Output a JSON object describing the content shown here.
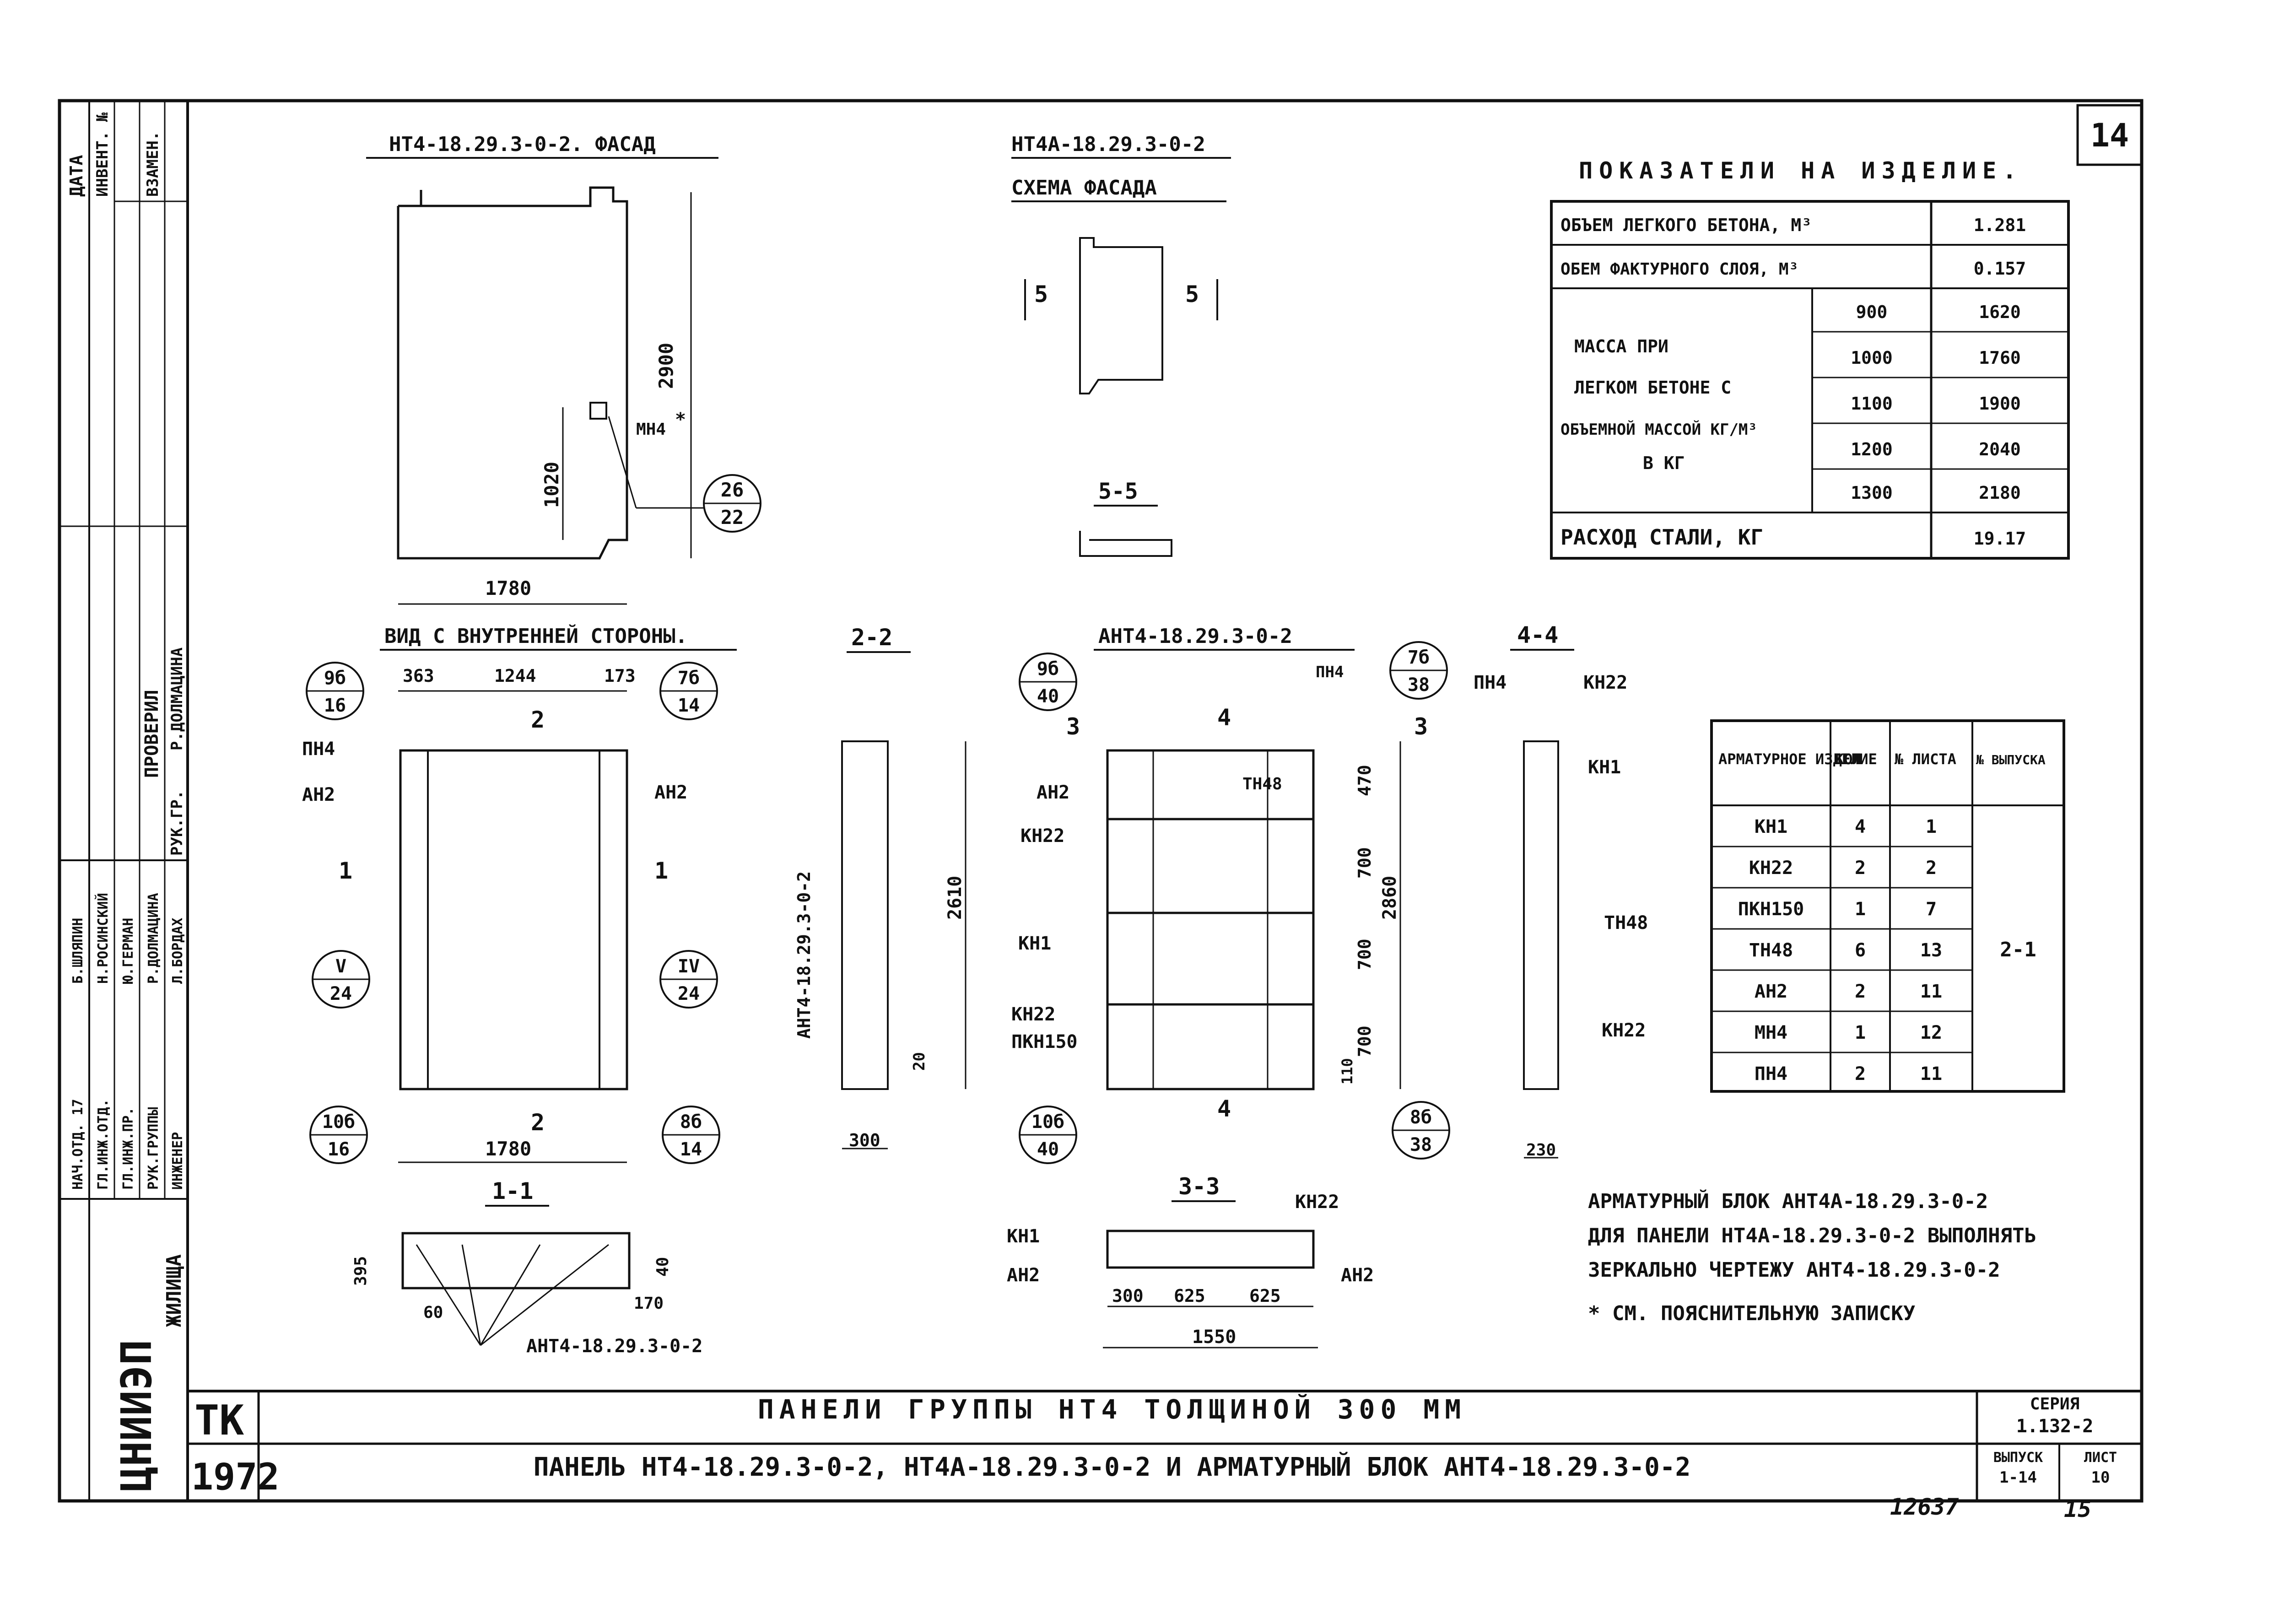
{
  "sheet_number": "14",
  "bottom_note": "12637",
  "bottom_page": "15",
  "views": {
    "facade_title": "НТ4-18.29.3-0-2. ФАСАД",
    "facade_height": "2900",
    "facade_sub_height": "1020",
    "facade_width": "1780",
    "mn4_label": "МН4",
    "mn4_star": "*",
    "circle_26": {
      "top": "26",
      "bottom": "22"
    },
    "scheme_code": "НТ4А-18.29.3-0-2",
    "scheme_title": "СХЕМА ФАСАДА",
    "section_5": "5",
    "section_55": "5-5",
    "inside_title": "ВИД С ВНУТРЕННЕЙ СТОРОНЫ.",
    "dim_363": "363",
    "dim_1244": "1244",
    "dim_173": "173",
    "inside_width": "1780",
    "label_pn4": "ПН4",
    "label_an2": "АН2",
    "sec_1": "1",
    "sec_2": "2",
    "circle_9b": {
      "top": "9б",
      "bottom": "16"
    },
    "circle_7b": {
      "top": "7б",
      "bottom": "14"
    },
    "circle_V": {
      "top": "V",
      "bottom": "24"
    },
    "circle_IV": {
      "top": "IV",
      "bottom": "24"
    },
    "circle_10b": {
      "top": "10б",
      "bottom": "16"
    },
    "circle_8b": {
      "top": "8б",
      "bottom": "14"
    },
    "section_11": "1-1",
    "dim_395": "395",
    "dim_40": "40",
    "dim_60": "60",
    "dim_170": "170",
    "block_ref": "АНТ4-18.29.3-0-2",
    "section_22": "2-2",
    "dim_2610": "2610",
    "dim_20": "20",
    "dim_300": "300",
    "block_title": "АНТ4-18.29.3-0-2",
    "circle_9b40": {
      "top": "9б",
      "bottom": "40"
    },
    "circle_7b38": {
      "top": "7б",
      "bottom": "38"
    },
    "circle_10b40": {
      "top": "10б",
      "bottom": "40"
    },
    "circle_8b38": {
      "top": "8б",
      "bottom": "38"
    },
    "sec_3": "3",
    "sec_4": "4",
    "label_kn22": "КН22",
    "label_kn1": "КН1",
    "label_tn48": "ТН48",
    "label_pkn150": "ПКН150",
    "dim_470": "470",
    "dim_700": "700",
    "dim_110": "110",
    "dim_2860": "2860",
    "section_44": "4-4",
    "dim_230": "230",
    "section_33": "3-3",
    "dim_625": "625",
    "dim_1550": "1550"
  },
  "indicators": {
    "title": "ПОКАЗАТЕЛИ НА ИЗДЕЛИЕ.",
    "light_volume_label": "ОБЪЕМ ЛЕГКОГО БЕТОНА, М³",
    "light_volume_value": "1.281",
    "facing_volume_label": "ОБЕМ ФАКТУРНОГО СЛОЯ, М³",
    "facing_volume_value": "0.157",
    "mass_label_1": "МАССА ПРИ",
    "mass_label_2": "ЛЕГКОМ БЕТОНЕ С",
    "mass_label_3": "ОБЪЕМНОЙ МАССОЙ КГ/М³",
    "mass_label_4": "В КГ",
    "mass_rows": [
      {
        "density": "900",
        "mass": "1620"
      },
      {
        "density": "1000",
        "mass": "1760"
      },
      {
        "density": "1100",
        "mass": "1900"
      },
      {
        "density": "1200",
        "mass": "2040"
      },
      {
        "density": "1300",
        "mass": "2180"
      }
    ],
    "steel_label": "РАСХОД СТАЛИ, КГ",
    "steel_value": "19.17"
  },
  "rebar_table": {
    "headers": [
      "АРМАТУРНОЕ ИЗДЕЛИЕ",
      "КОЛ",
      "№ ЛИСТА",
      "№ ВЫПУСКА"
    ],
    "rows": [
      {
        "item": "КН1",
        "qty": "4",
        "sheet": "1"
      },
      {
        "item": "КН22",
        "qty": "2",
        "sheet": "2"
      },
      {
        "item": "ПКН150",
        "qty": "1",
        "sheet": "7"
      },
      {
        "item": "ТН48",
        "qty": "6",
        "sheet": "13"
      },
      {
        "item": "АН2",
        "qty": "2",
        "sheet": "11"
      },
      {
        "item": "МН4",
        "qty": "1",
        "sheet": "12"
      },
      {
        "item": "ПН4",
        "qty": "2",
        "sheet": "11"
      }
    ],
    "issue": "2-1"
  },
  "notes": {
    "line1": "АРМАТУРНЫЙ БЛОК АНТ4А-18.29.3-0-2",
    "line2": "ДЛЯ ПАНЕЛИ НТ4А-18.29.3-0-2 ВЫПОЛНЯТЬ",
    "line3": "ЗЕРКАЛЬНО ЧЕРТЕЖУ АНТ4-18.29.3-0-2",
    "line4": "* СМ. ПОЯСНИТЕЛЬНУЮ ЗАПИСКУ"
  },
  "title_block": {
    "tk": "ТК",
    "year": "1972",
    "title_main": "ПАНЕЛИ ГРУППЫ НТ4 ТОЛЩИНОЙ 300 ММ",
    "title_sub": "ПАНЕЛЬ НТ4-18.29.3-0-2, НТ4А-18.29.3-0-2 И АРМАТУРНЫЙ БЛОК АНТ4-18.29.3-0-2",
    "series_label": "СЕРИЯ",
    "series_value": "1.132-2",
    "issue_label": "ВЫПУСК",
    "issue_value": "1-14",
    "sheet_label": "ЛИСТ",
    "sheet_value": "10"
  },
  "side_stamp": {
    "date": "ДАТА",
    "inv": "ИНВЕНТ. №",
    "vzamen": "ВЗАМЕН.",
    "checked": "ПРОВЕРИЛ",
    "checker": "Р.ДОЛМАЦИНА",
    "ruk_gr": "РУК.ГР.",
    "roles": [
      "НАЧ.ОТД. 17",
      "ГЛ.ИНЖ.ОТД.",
      "ГЛ.ИНЖ.ПР.",
      "РУК.ГРУППЫ",
      "ИНЖЕНЕР"
    ],
    "names": [
      "Б.ШЛЯПИН",
      "Н.РОСИНСКИЙ",
      "Ю.ГЕРМАН",
      "Р.ДОЛМАЦИНА",
      "Л.БОРДАХ"
    ],
    "org": "ЖИЛИЩА",
    "logo": "ЦНИИЭП"
  }
}
